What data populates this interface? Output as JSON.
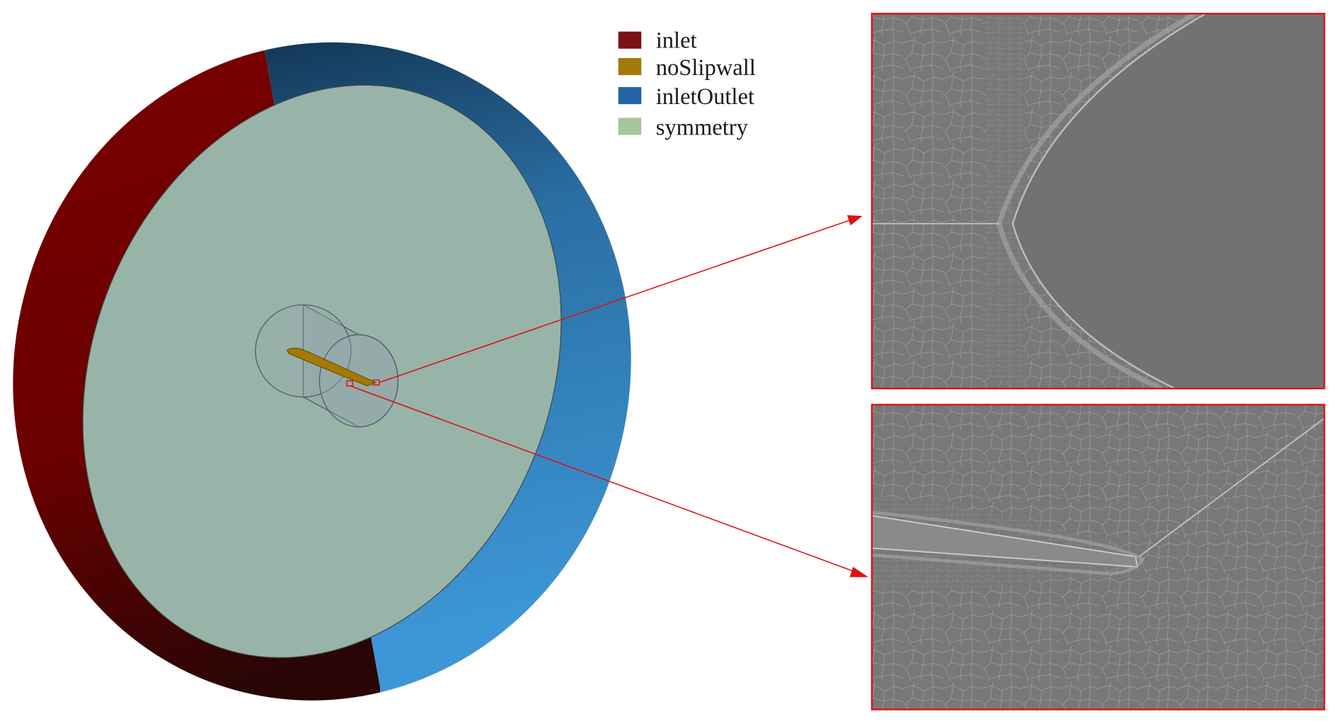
{
  "legend": {
    "items": [
      {
        "label": "inlet",
        "color": "#7b1116"
      },
      {
        "label": "noSlipwall",
        "color": "#a37a05"
      },
      {
        "label": "inletOutlet",
        "color": "#2563a6"
      },
      {
        "label": "symmetry",
        "color": "#a8c49a"
      }
    ]
  },
  "colors": {
    "symmetry_face": "#98b4a8",
    "highlight": "#e01010",
    "mesh_background": "#787878"
  }
}
